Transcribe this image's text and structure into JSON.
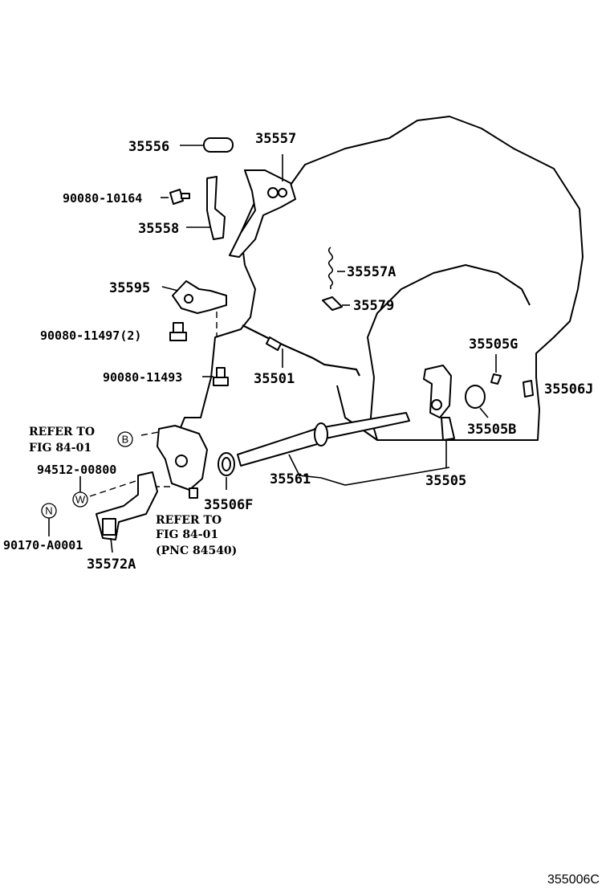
{
  "figure_code": "355006C",
  "labels": {
    "p35556": "35556",
    "p35557": "35557",
    "p90080_10164": "90080-10164",
    "p35558": "35558",
    "p35557A": "35557A",
    "p35595": "35595",
    "p35579": "35579",
    "p90080_11497": "90080-11497(2)",
    "p35505G": "35505G",
    "p35506J": "35506J",
    "p90080_11493": "90080-11493",
    "p35501": "35501",
    "p35505B": "35505B",
    "ref1_line1": "REFER TO",
    "ref1_line2": "FIG 84-01",
    "p94512_00800": "94512-00800",
    "p35561": "35561",
    "p35505": "35505",
    "p35506F": "35506F",
    "ref2_line1": "REFER TO",
    "ref2_line2": "FIG 84-01",
    "ref2_line3": "(PNC 84540)",
    "p90170_A0001": "90170-A0001",
    "p35572A": "35572A"
  },
  "markers": {
    "b": "B",
    "w": "W",
    "n": "N"
  }
}
